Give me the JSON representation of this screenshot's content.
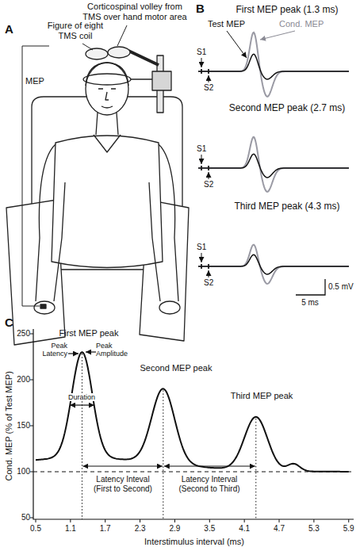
{
  "diagram": {
    "labels": [
      "A",
      "Figure of eight TMS coil",
      "Corticospinal volley from TMS over hand motor area",
      "MEP",
      "B",
      "First MEP peak (1.3 ms)",
      "Test MEP",
      "Cond. MEP",
      "S1",
      "S2",
      "Second MEP peak (2.7 ms)",
      "S1",
      "S2",
      "Third MEP peak (4.3 ms)",
      "S1",
      "S2",
      "0.5 mV",
      "5 ms",
      "C",
      "First MEP peak",
      "Peak Latency",
      "Peak Amplitude",
      "Duration",
      "Second MEP peak",
      "Third MEP peak",
      "Latency Inteval (First to Second)",
      "Latency Interval (Second to Third)",
      "Cond. MEP (% of Test MEP)",
      "250",
      "200",
      "150",
      "100",
      "50",
      "0.5",
      "1.1",
      "1.7",
      "2.3",
      "2.9",
      "3.5",
      "4.1",
      "4.7",
      "5.3",
      "5.9",
      "Interstimulus interval (ms)"
    ]
  }
}
